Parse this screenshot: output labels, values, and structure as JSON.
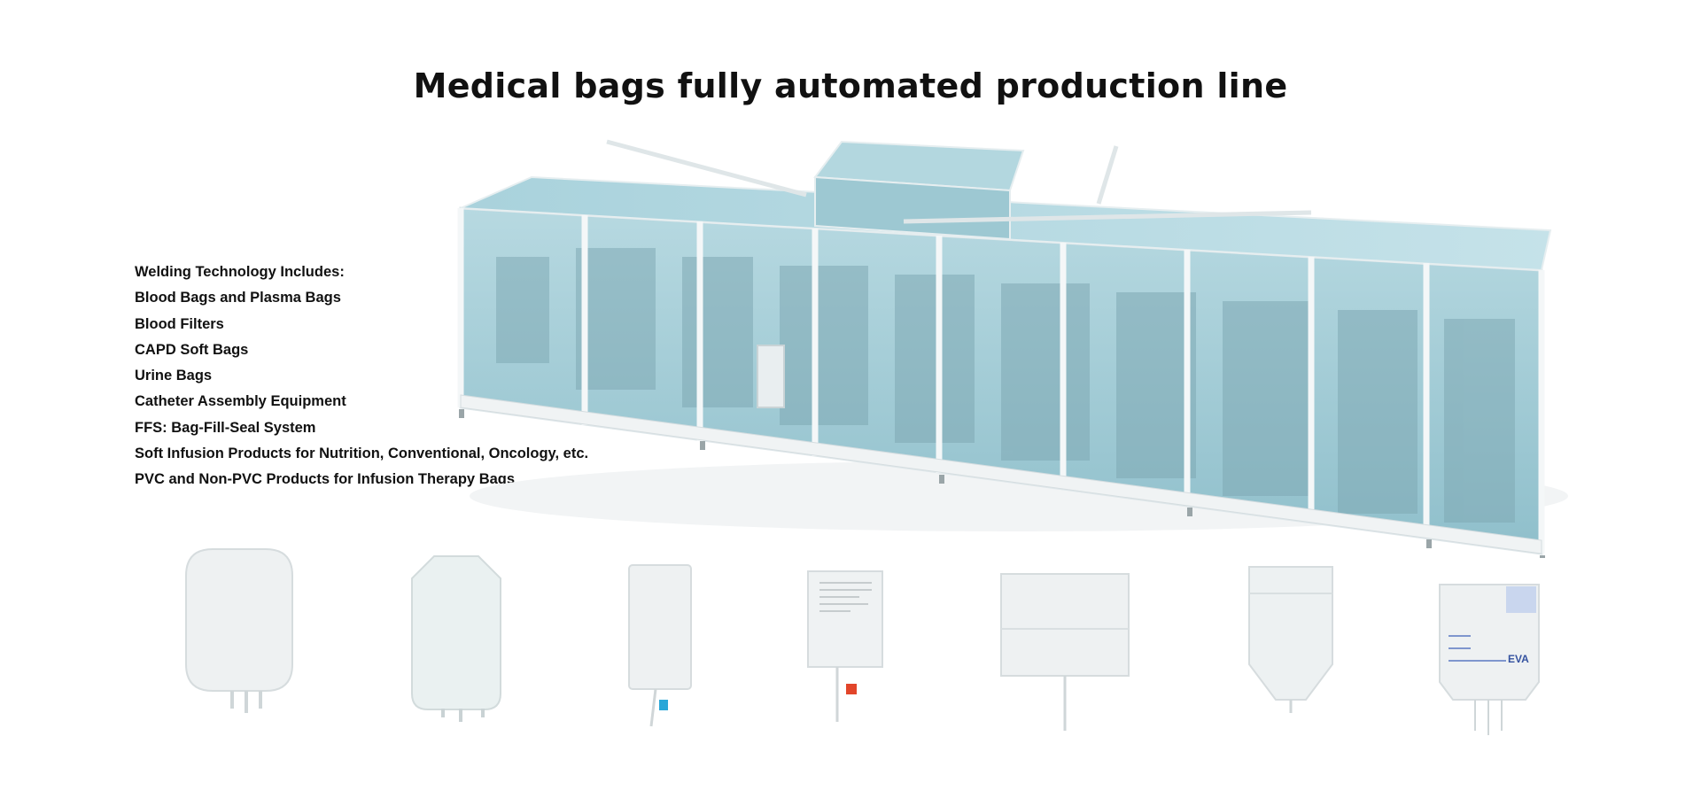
{
  "page": {
    "title": "Medical bags fully automated production line"
  },
  "features": [
    "Welding Technology Includes:",
    "Blood Bags and Plasma Bags",
    "Blood Filters",
    "CAPD Soft Bags",
    "Urine Bags",
    "Catheter Assembly Equipment",
    "FFS: Bag-Fill-Seal System",
    "Soft Infusion Products for Nutrition, Conventional, Oncology, etc.",
    "PVC and Non-PVC Products for Infusion Therapy Bags"
  ],
  "bag_labels": {
    "eva": "EVA"
  },
  "colors": {
    "glass": "#9fc9d3",
    "frame": "#e8eef0",
    "bag": "#eef1f2",
    "accent_blue": "#2aa7d8",
    "accent_red": "#e2452a"
  }
}
